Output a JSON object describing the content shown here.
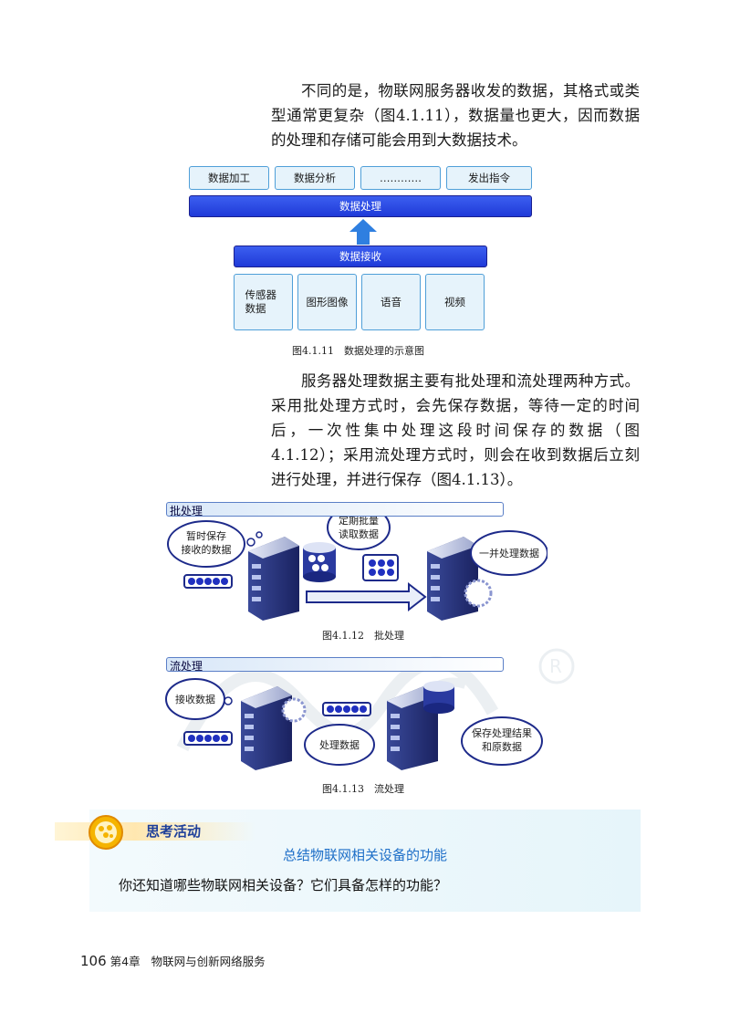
{
  "paragraph1": "不同的是，物联网服务器收发的数据，其格式或类型通常更复杂（图4.1.11），数据量也更大，因而数据的处理和存储可能会用到大数据技术。",
  "figure_4_1_11": {
    "top_boxes": [
      "数据加工",
      "数据分析",
      "…………",
      "发出指令"
    ],
    "processing_label": "数据处理",
    "receive_label": "数据接收",
    "sources": [
      "传感器数据",
      "图形图像",
      "语音",
      "视频"
    ],
    "caption": "图4.1.11　数据处理的示意图"
  },
  "paragraph2": "服务器处理数据主要有批处理和流处理两种方式。采用批处理方式时，会先保存数据，等待一定的时间后，一次性集中处理这段时间保存的数据（图4.1.12）；采用流处理方式时，则会在收到数据后立刻进行处理，并进行保存（图4.1.13）。",
  "figure_4_1_12": {
    "title": "批处理",
    "cloud1_line1": "暂时保存",
    "cloud1_line2": "接收的数据",
    "cloud2_line1": "定期批量",
    "cloud2_line2": "读取数据",
    "cloud3": "一并处理数据",
    "caption": "图4.1.12　批处理"
  },
  "figure_4_1_13": {
    "title": "流处理",
    "cloud1": "接收数据",
    "cloud2": "处理数据",
    "cloud3_line1": "保存处理结果",
    "cloud3_line2": "和原数据",
    "caption": "图4.1.13　流处理"
  },
  "activity": {
    "title": "思考活动",
    "subtitle": "总结物联网相关设备的功能",
    "question": "你还知道哪些物联网相关设备？它们具备怎样的功能？"
  },
  "footer": {
    "page_number": "106",
    "chapter": "第4章",
    "chapter_title": "物联网与创新网络服务"
  },
  "colors": {
    "accent_blue": "#1f3ad8",
    "light_box": "#e6f3fb",
    "activity_title": "#1e3f9a",
    "activity_subtitle": "#1e6fc8"
  }
}
